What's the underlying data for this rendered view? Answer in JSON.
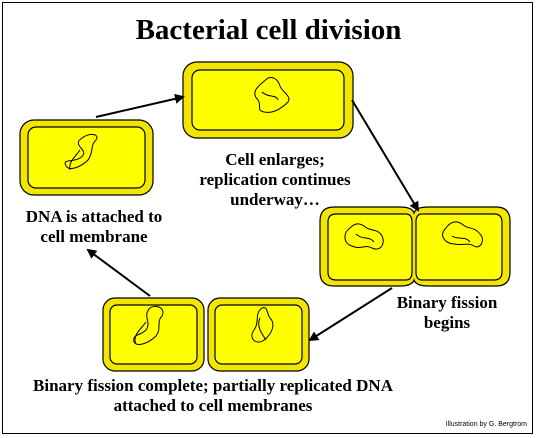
{
  "title": "Bacterial cell division",
  "labels": {
    "dna_attached": [
      "DNA is attached to",
      "cell membrane"
    ],
    "cell_enlarges": [
      "Cell enlarges;",
      "replication continues",
      "underway…"
    ],
    "fission_begins": [
      "Binary fission",
      "begins"
    ],
    "fission_complete": [
      "Binary fission complete; partially replicated DNA",
      "attached to cell membranes"
    ]
  },
  "credit": "Illustration by G. Bergtrom",
  "colors": {
    "cell_fill": "#ffff00",
    "cell_outer": "#f2e600",
    "outline": "#000000"
  },
  "icons": [
    "dna-strand-icon",
    "arrow-icon"
  ]
}
